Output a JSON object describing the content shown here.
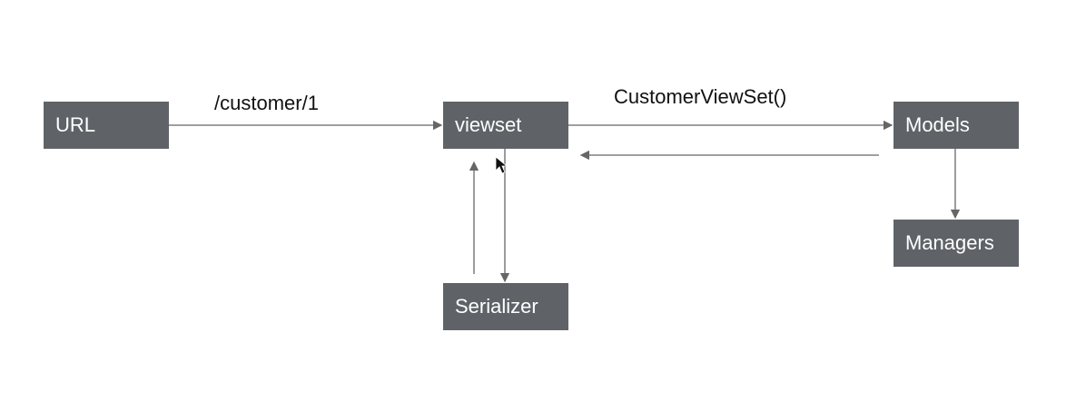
{
  "diagram": {
    "nodes": {
      "url": {
        "label": "URL"
      },
      "viewset": {
        "label": "viewset"
      },
      "models": {
        "label": "Models"
      },
      "managers": {
        "label": "Managers"
      },
      "serializer": {
        "label": "Serializer"
      }
    },
    "edges": [
      {
        "from": "url",
        "to": "viewset",
        "label": "/customer/1"
      },
      {
        "from": "viewset",
        "to": "models",
        "label": "CustomerViewSet()"
      },
      {
        "from": "models",
        "to": "viewset"
      },
      {
        "from": "viewset",
        "to": "serializer"
      },
      {
        "from": "serializer",
        "to": "viewset"
      },
      {
        "from": "models",
        "to": "managers"
      }
    ],
    "colors": {
      "box_fill": "#5f6368",
      "box_text": "#ffffff",
      "connector": "#666666",
      "label_text": "#111111",
      "background": "#ffffff"
    }
  },
  "cursor": {
    "icon": "mouse-pointer-icon"
  }
}
